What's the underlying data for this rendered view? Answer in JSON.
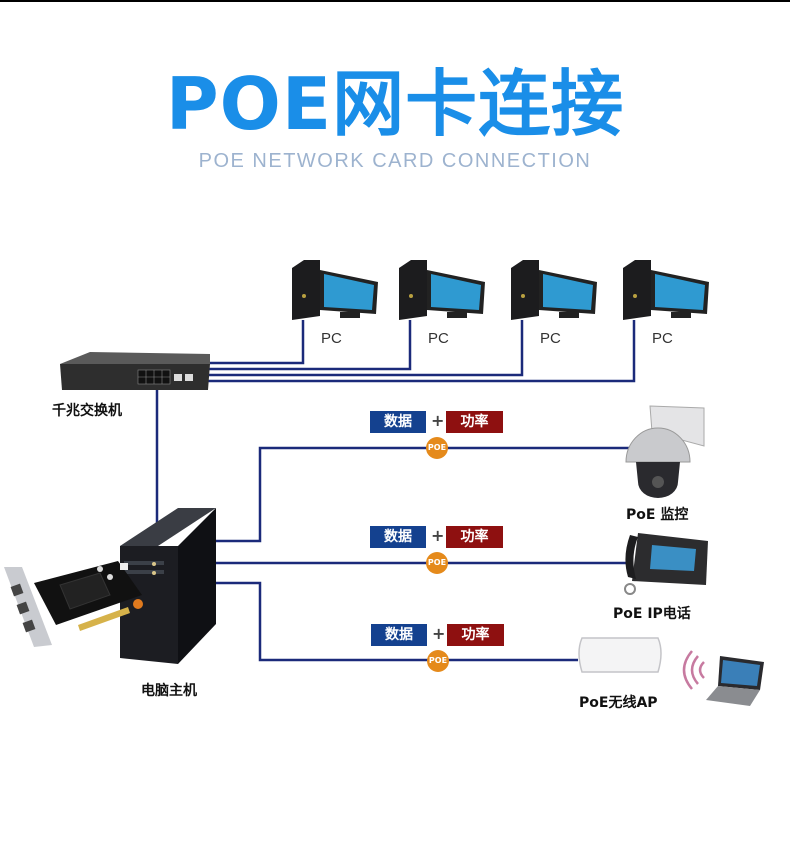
{
  "header": {
    "title": "POE网卡连接",
    "subtitle": "POE NETWORK CARD CONNECTION"
  },
  "colors": {
    "title": "#1a8ee8",
    "subtitle": "#9db3cf",
    "wire": "#1b2a7a",
    "data_badge": "#14418f",
    "power_badge": "#8e1010",
    "poe_badge": "#e58a1b"
  },
  "switch": {
    "label": "千兆交换机",
    "icon": "network-switch-icon"
  },
  "host": {
    "label": "电脑主机",
    "icon": "desktop-tower-icon",
    "card_icon": "poe-network-card-icon"
  },
  "pcs": [
    {
      "label": "PC",
      "icon": "desktop-pc-icon"
    },
    {
      "label": "PC",
      "icon": "desktop-pc-icon"
    },
    {
      "label": "PC",
      "icon": "desktop-pc-icon"
    },
    {
      "label": "PC",
      "icon": "desktop-pc-icon"
    }
  ],
  "poe_links": [
    {
      "data_label": "数据",
      "plus": "+",
      "power_label": "功率",
      "poe_label": "POE",
      "device_label": "PoE 监控",
      "device_icon": "dome-camera-icon"
    },
    {
      "data_label": "数据",
      "plus": "+",
      "power_label": "功率",
      "poe_label": "POE",
      "device_label": "PoE IP电话",
      "device_icon": "ip-phone-icon"
    },
    {
      "data_label": "数据",
      "plus": "+",
      "power_label": "功率",
      "poe_label": "POE",
      "device_label": "PoE无线AP",
      "device_icon": "wireless-ap-icon"
    }
  ],
  "laptop": {
    "icon": "laptop-icon",
    "signal_icon": "wifi-signal-icon"
  }
}
